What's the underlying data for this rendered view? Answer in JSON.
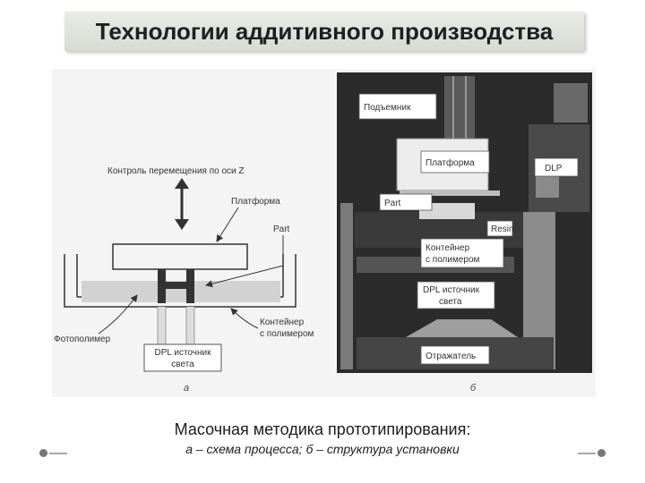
{
  "slide": {
    "title": "Технологии аддитивного производства",
    "caption_main": "Масочная методика прототипирования:",
    "caption_sub": "а – схема процесса; б – структура установки"
  },
  "diagram_a": {
    "label_z_control": "Контроль перемещения по оси Z",
    "label_platform": "Платформа",
    "label_part": "Part",
    "label_photopolymer": "Фотополимер",
    "label_container_1": "Контейнер",
    "label_container_2": "с полимером",
    "label_dpl_1": "DPL источник",
    "label_dpl_2": "света",
    "panel_letter": "а"
  },
  "photo_b": {
    "label_lift": "Подъемник",
    "label_platform": "Платформа",
    "label_dlp": "DLP",
    "label_part": "Part",
    "label_resin": "Resin",
    "label_container_1": "Контейнер",
    "label_container_2": "с полимером",
    "label_dpl_1": "DPL источник",
    "label_dpl_2": "света",
    "label_reflector": "Отражатель",
    "panel_letter": "б"
  }
}
